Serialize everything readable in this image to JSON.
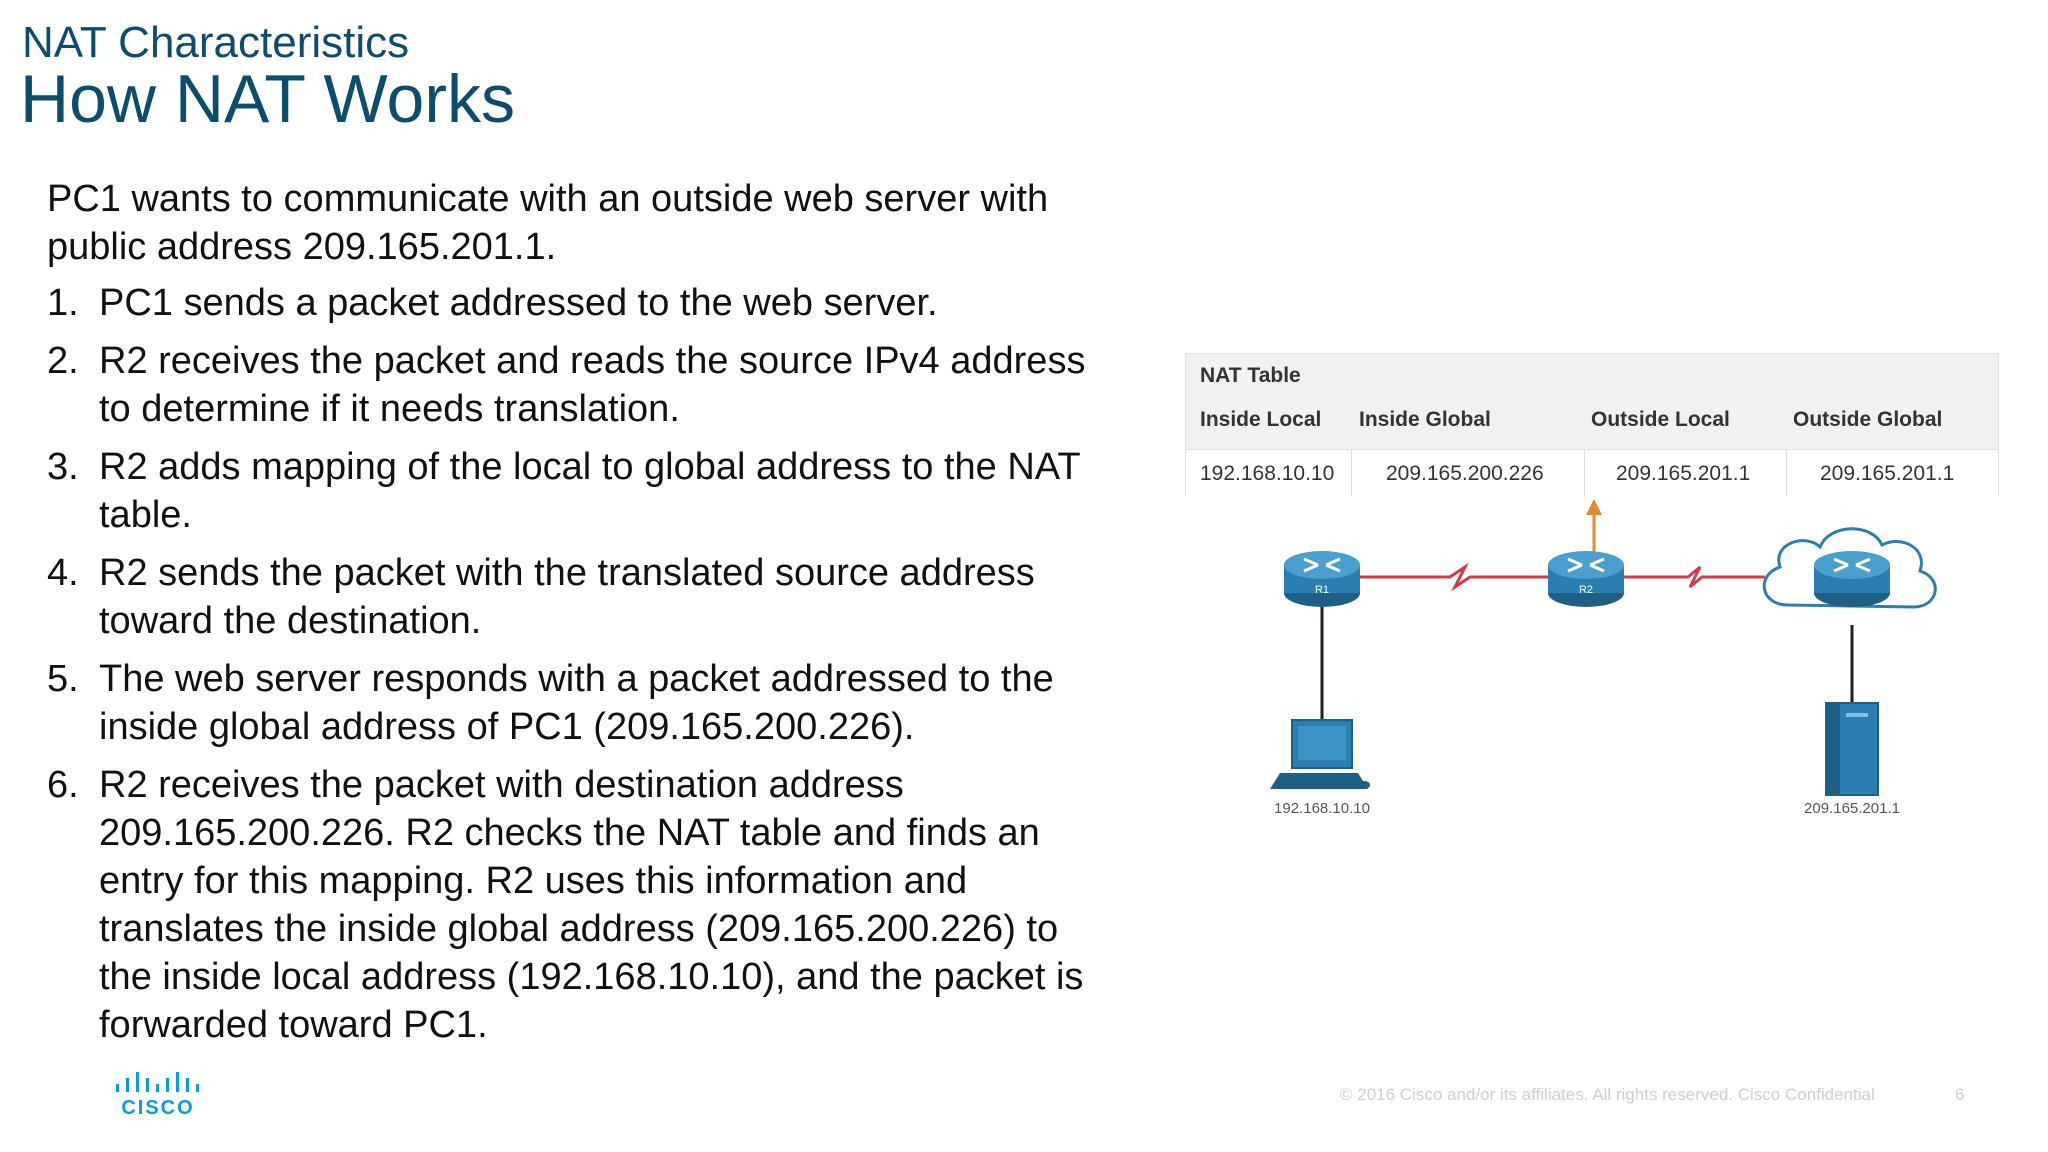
{
  "slide": {
    "subtitle": "NAT Characteristics",
    "title": "How NAT Works",
    "intro_line1": "PC1 wants to communicate with an outside web server with",
    "intro_line2": "public address 209.165.201.1.",
    "steps": [
      {
        "num": "1.",
        "text": [
          "PC1 sends a packet addressed to the web server."
        ]
      },
      {
        "num": "2.",
        "text": [
          "R2 receives the packet and reads the source IPv4 address",
          "to determine if it needs translation."
        ]
      },
      {
        "num": "3.",
        "text": [
          "R2 adds mapping of the local to global address to the NAT",
          "table."
        ]
      },
      {
        "num": "4.",
        "text": [
          "R2 sends the packet with the translated source address",
          "toward the destination."
        ]
      },
      {
        "num": "5.",
        "text": [
          "The web server responds with a packet addressed to the",
          "inside global address of PC1 (209.165.200.226)."
        ]
      },
      {
        "num": "6.",
        "text": [
          "R2 receives the packet with destination address",
          "209.165.200.226. R2 checks the NAT table and finds an",
          "entry for this mapping. R2 uses this information and",
          "translates the inside global address (209.165.200.226) to",
          "the inside local address (192.168.10.10), and the packet is",
          "forwarded toward PC1."
        ]
      }
    ]
  },
  "nat_table": {
    "caption": "NAT Table",
    "headers": [
      "Inside Local",
      "Inside Global",
      "Outside Local",
      "Outside Global"
    ],
    "row": [
      "192.168.10.10",
      "209.165.200.226",
      "209.165.201.1",
      "209.165.201.1"
    ]
  },
  "diagram": {
    "r1_label": "R1",
    "r2_label": "R2",
    "pc_address": "192.168.10.10",
    "server_address": "209.165.201.1",
    "colors": {
      "router": "#2a7fb0",
      "link": "#d43a4a",
      "arrow": "#e8892a",
      "cloud": "#2a7fb0"
    }
  },
  "footer": {
    "copyright": "© 2016  Cisco and/or its affiliates. All rights reserved.   Cisco Confidential",
    "page_number": "6",
    "logo_text": "CISCO"
  },
  "colors": {
    "title": "#0b4d6e",
    "brand": "#049fd9"
  }
}
